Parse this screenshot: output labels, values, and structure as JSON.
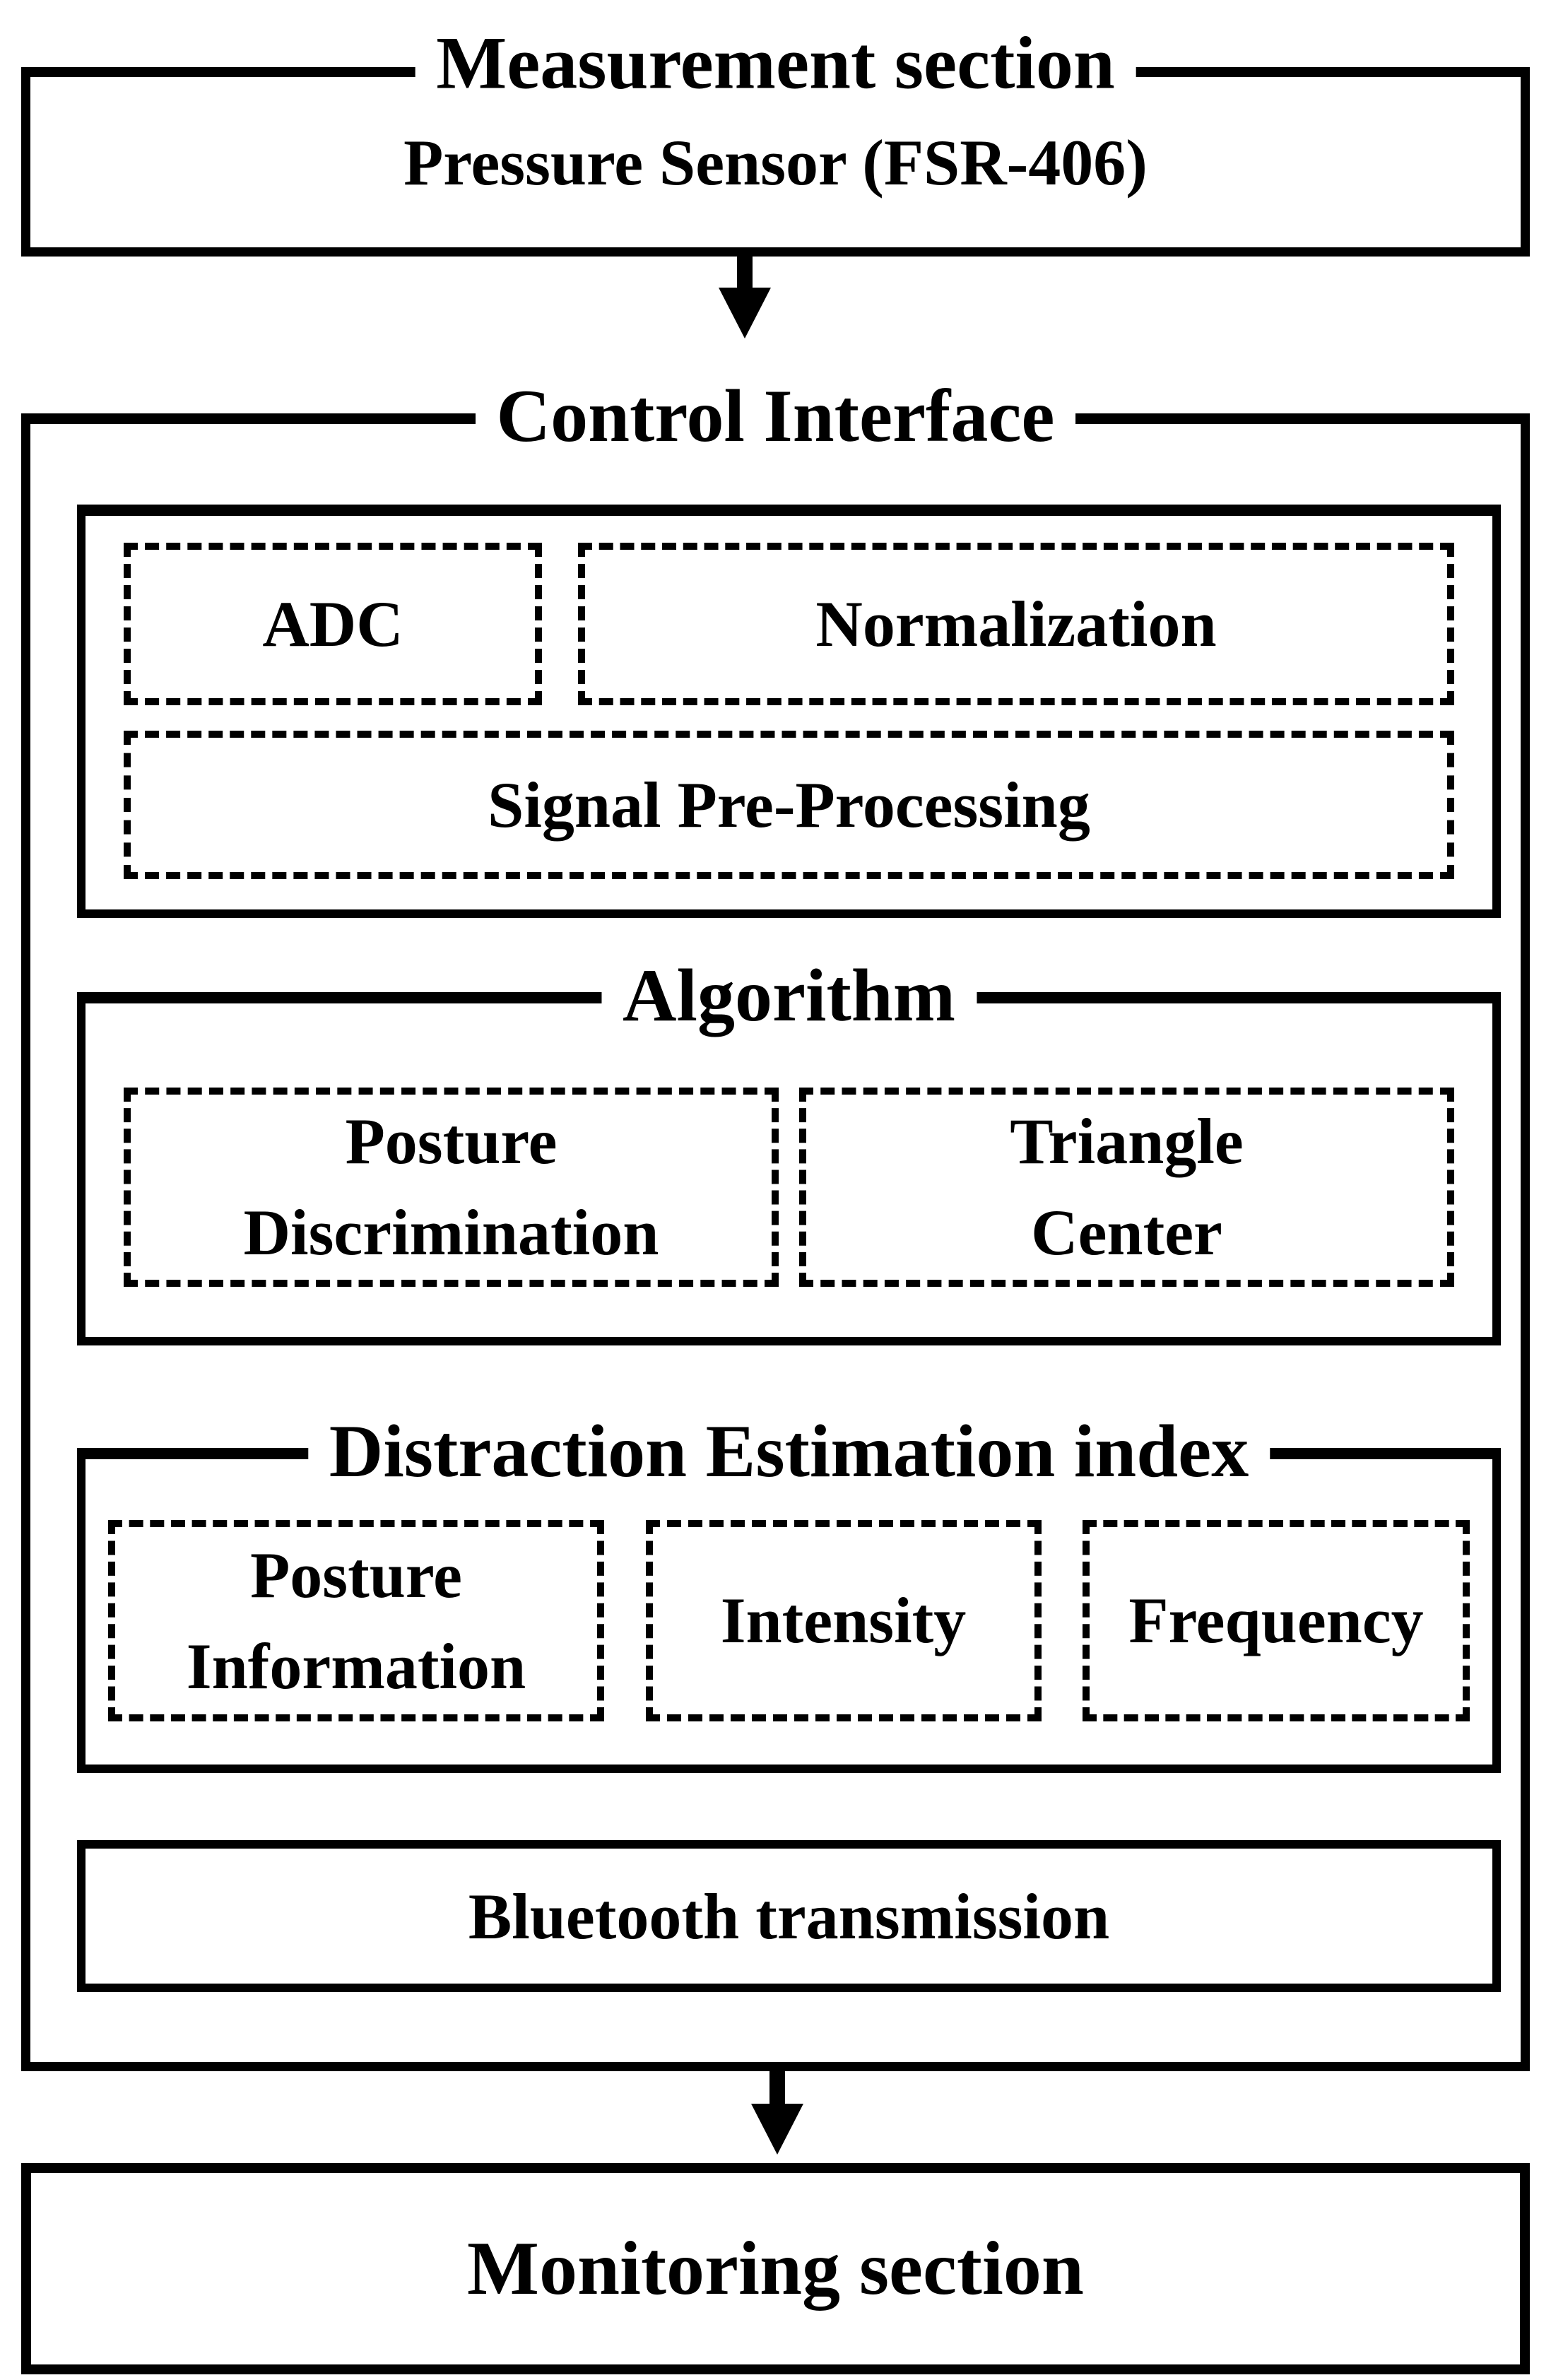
{
  "colors": {
    "ink": "#000000",
    "paper": "#ffffff"
  },
  "measurement": {
    "title": "Measurement section",
    "sensor_label": "Pressure Sensor (FSR-406)"
  },
  "control": {
    "title": "Control Interface",
    "preprocessing": {
      "adc": "ADC",
      "normalization": "Normalization",
      "signal": "Signal Pre-Processing"
    },
    "algorithm": {
      "title": "Algorithm",
      "items": [
        {
          "line1": "Posture",
          "line2": "Discrimination"
        },
        {
          "line1": "Triangle",
          "line2": "Center"
        }
      ]
    },
    "distraction": {
      "title": "Distraction Estimation index",
      "items": [
        {
          "line1": "Posture",
          "line2": "Information"
        },
        {
          "line1": "Intensity",
          "line2": ""
        },
        {
          "line1": "Frequency",
          "line2": ""
        }
      ]
    },
    "bluetooth": "Bluetooth transmission"
  },
  "monitoring": {
    "title": "Monitoring section"
  }
}
